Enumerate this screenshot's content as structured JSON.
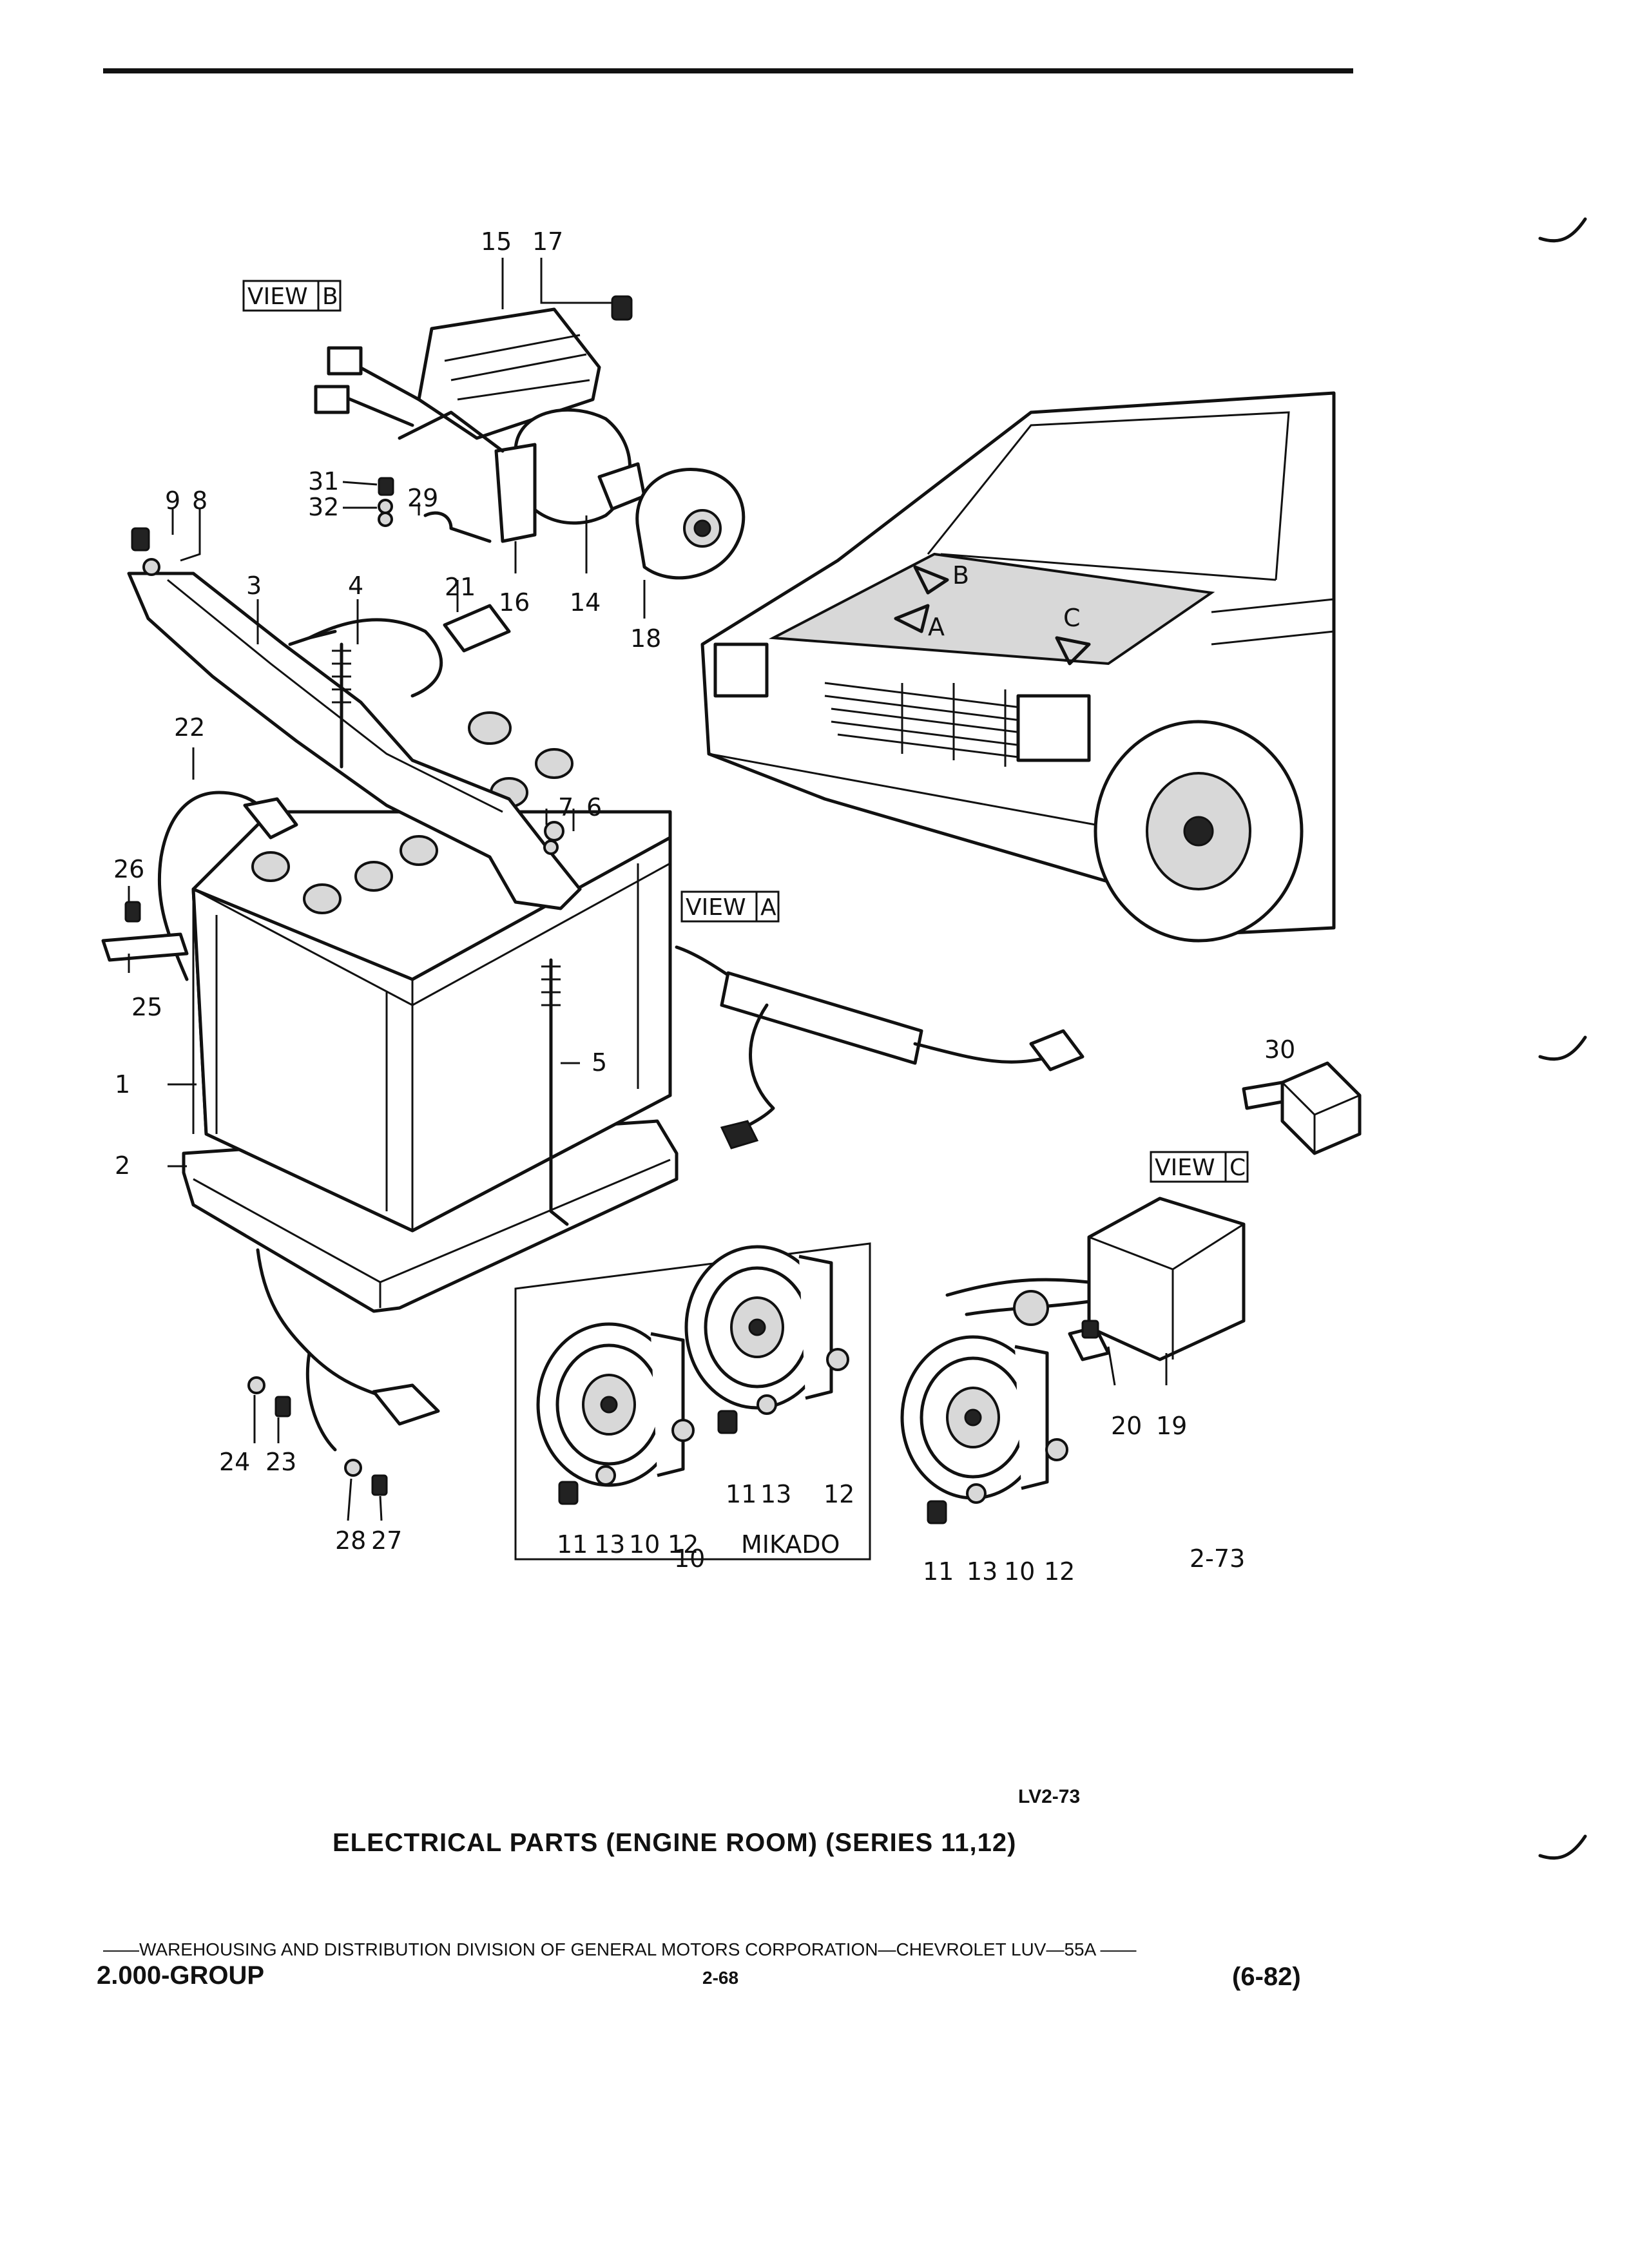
{
  "diagram": {
    "views": [
      "VIEW",
      "VIEW",
      "VIEW"
    ],
    "view_letters": [
      "B",
      "A",
      "C"
    ],
    "callouts": [
      "1",
      "2",
      "3",
      "4",
      "5",
      "6",
      "7",
      "8",
      "9",
      "10",
      "11",
      "12",
      "13",
      "14",
      "15",
      "16",
      "17",
      "18",
      "19",
      "20",
      "21",
      "22",
      "23",
      "24",
      "25",
      "26",
      "27",
      "28",
      "29",
      "30",
      "31",
      "32"
    ],
    "vehicle_markers": [
      "A",
      "B",
      "C"
    ],
    "horn_group_labels": {
      "inner": [
        "11",
        "13",
        "10",
        "12"
      ],
      "outer": [
        "11",
        "13",
        "10",
        "12"
      ],
      "mikado": "MIKADO"
    },
    "figure_number": "2-73"
  },
  "caption": {
    "ref": "LV2-73",
    "title": "ELECTRICAL PARTS (ENGINE ROOM) (SERIES 11,12)"
  },
  "footer": {
    "line": "——WAREHOUSING AND DISTRIBUTION DIVISION OF GENERAL MOTORS CORPORATION—CHEVROLET LUV—55A ——",
    "group": "2.000-GROUP",
    "page": "2-68",
    "revision": "(6-82)"
  }
}
